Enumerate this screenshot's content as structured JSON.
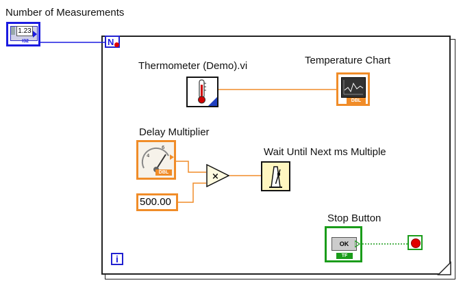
{
  "labels": {
    "number_of_measurements": "Number of Measurements",
    "thermometer": "Thermometer (Demo).vi",
    "temperature_chart": "Temperature Chart",
    "delay_multiplier": "Delay Multiplier",
    "wait": "Wait Until Next ms Multiple",
    "stop_button": "Stop Button"
  },
  "controls": {
    "num_value": "1.23",
    "num_type": "I32",
    "delay_constant": "500.00",
    "dbl_type": "DBL",
    "stop_text": "OK",
    "stop_type": "TF",
    "loop_count": "N",
    "loop_index": "i",
    "multiply_symbol": "×"
  },
  "colors": {
    "integer_wire": "#1a1ae0",
    "double_wire": "#f08c28",
    "boolean_wire": "#1a9c1a",
    "stop_indicator": "#e00000"
  }
}
